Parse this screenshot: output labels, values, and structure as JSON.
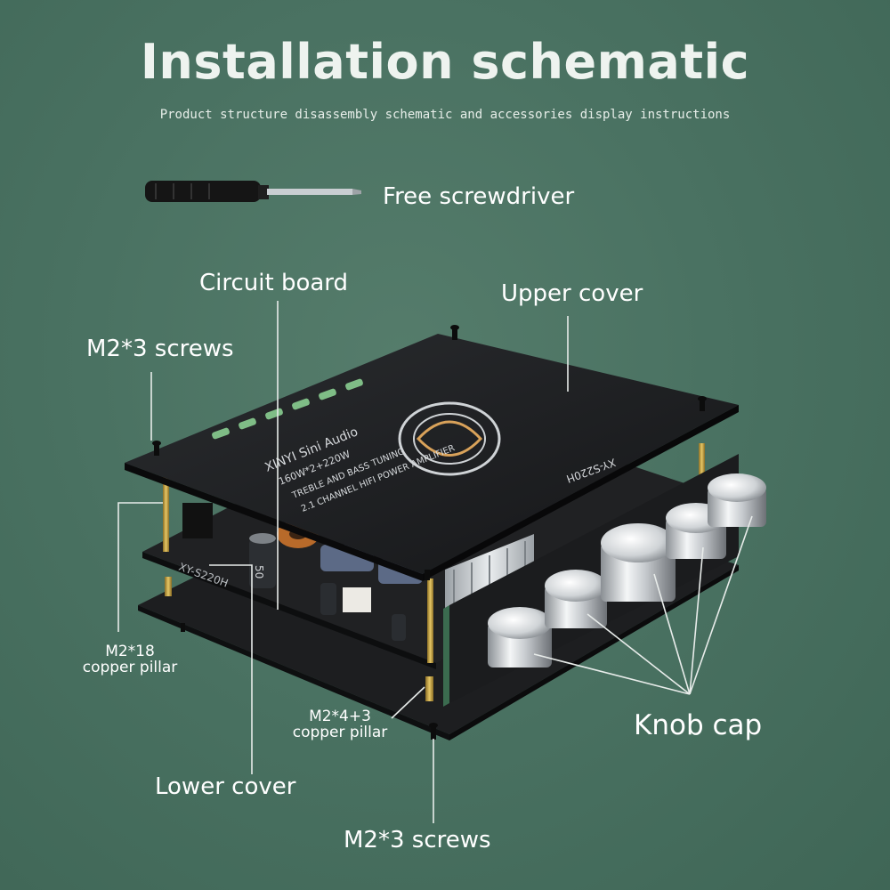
{
  "title": "Installation schematic",
  "subtitle": "Product structure disassembly schematic and accessories display instructions",
  "labels": {
    "screwdriver": "Free screwdriver",
    "circuit_board": "Circuit board",
    "upper_cover": "Upper cover",
    "screws_top": "M2*3 screws",
    "pillar18_line1": "M2*18",
    "pillar18_line2": "copper pillar",
    "pillar43_line1": "M2*4+3",
    "pillar43_line2": "copper pillar",
    "knob_cap": "Knob cap",
    "lower_cover": "Lower cover",
    "screws_bottom": "M2*3 screws"
  },
  "board_text": {
    "brand": "XINYI Sini Audio",
    "power": "160W*2+220W",
    "line3": "TREBLE AND BASS TUNING",
    "line4": "2.1 CHANNEL HIFI POWER AMPLIFIER",
    "model": "XY-S220H",
    "model_pcb": "XY-S220H",
    "cap_mark": "50"
  },
  "colors": {
    "background": "#4a7262",
    "text": "#ffffff",
    "board": "#1c1d1f",
    "copper": "#c9a44a",
    "knob": "#d8dbde"
  }
}
